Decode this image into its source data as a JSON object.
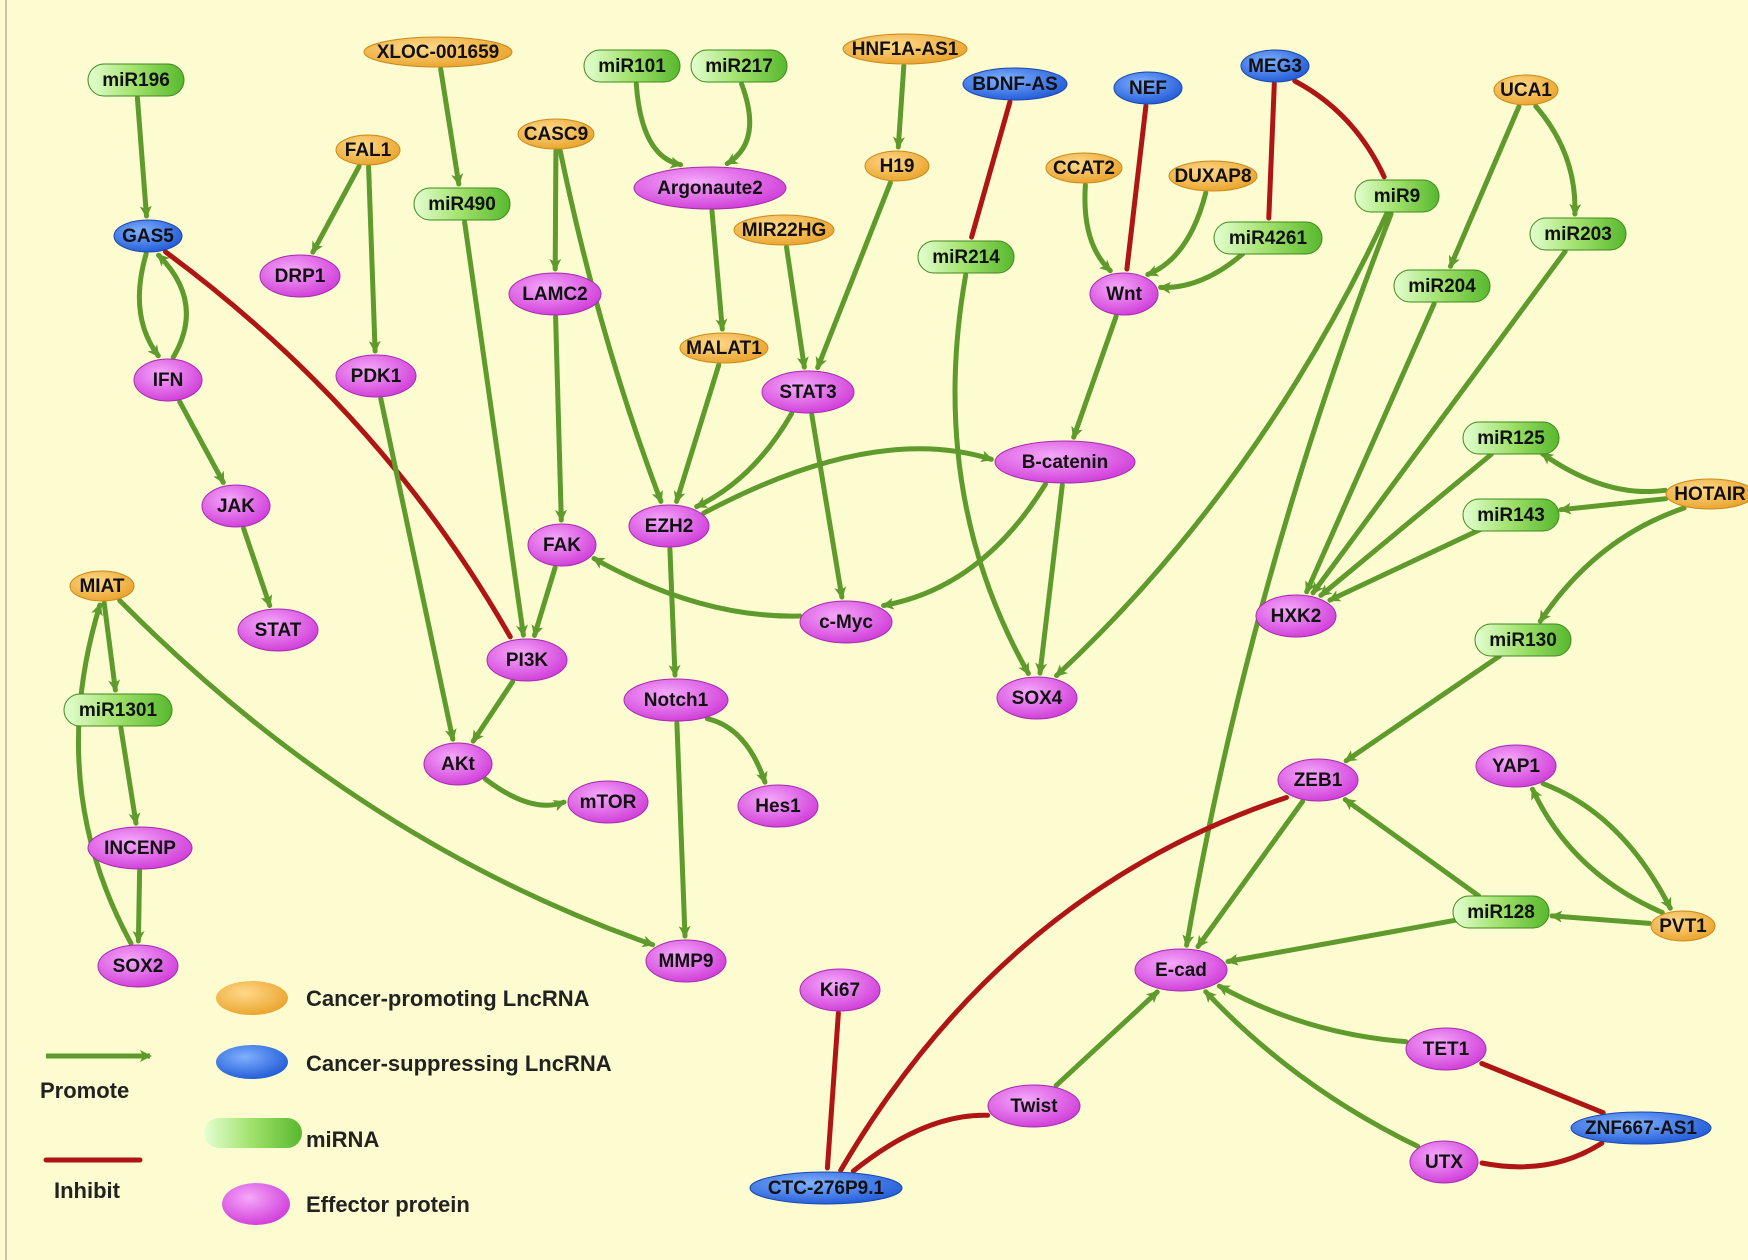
{
  "colors": {
    "background": "#fdfcd0",
    "promote": "#5e9a2c",
    "inhibit": "#b01515",
    "lnc_promoting": "#f2b33c",
    "lnc_suppressing": "#2f6fe8",
    "mirna": "#7ccf50",
    "effector": "#d84fe0"
  },
  "node_types": {
    "lnc_promoting": "Cancer-promoting LncRNA",
    "lnc_suppressing": "Cancer-suppressing LncRNA",
    "mirna": "miRNA",
    "effector": "Effector protein"
  },
  "legend": {
    "promote": "Promote",
    "inhibit": "Inhibit",
    "lnc_promoting": "Cancer-promoting LncRNA",
    "lnc_suppressing": "Cancer-suppressing LncRNA",
    "mirna": "miRNA",
    "effector": "Effector protein"
  },
  "nodes": [
    {
      "id": "miR196",
      "label": "miR196",
      "type": "mirna"
    },
    {
      "id": "GAS5",
      "label": "GAS5",
      "type": "lnc_suppressing"
    },
    {
      "id": "IFN",
      "label": "IFN",
      "type": "effector"
    },
    {
      "id": "JAK",
      "label": "JAK",
      "type": "effector"
    },
    {
      "id": "STAT",
      "label": "STAT",
      "type": "effector"
    },
    {
      "id": "MIAT",
      "label": "MIAT",
      "type": "lnc_promoting"
    },
    {
      "id": "miR1301",
      "label": "miR1301",
      "type": "mirna"
    },
    {
      "id": "INCENP",
      "label": "INCENP",
      "type": "effector"
    },
    {
      "id": "SOX2",
      "label": "SOX2",
      "type": "effector"
    },
    {
      "id": "FAL1",
      "label": "FAL1",
      "type": "lnc_promoting"
    },
    {
      "id": "DRP1",
      "label": "DRP1",
      "type": "effector"
    },
    {
      "id": "PDK1",
      "label": "PDK1",
      "type": "effector"
    },
    {
      "id": "XLOC",
      "label": "XLOC-001659",
      "type": "lnc_promoting"
    },
    {
      "id": "miR490",
      "label": "miR490",
      "type": "mirna"
    },
    {
      "id": "CASC9",
      "label": "CASC9",
      "type": "lnc_promoting"
    },
    {
      "id": "LAMC2",
      "label": "LAMC2",
      "type": "effector"
    },
    {
      "id": "FAK",
      "label": "FAK",
      "type": "effector"
    },
    {
      "id": "PI3K",
      "label": "PI3K",
      "type": "effector"
    },
    {
      "id": "AKt",
      "label": "AKt",
      "type": "effector"
    },
    {
      "id": "mTOR",
      "label": "mTOR",
      "type": "effector"
    },
    {
      "id": "miR101",
      "label": "miR101",
      "type": "mirna"
    },
    {
      "id": "miR217",
      "label": "miR217",
      "type": "mirna"
    },
    {
      "id": "Argonaute2",
      "label": "Argonaute2",
      "type": "effector"
    },
    {
      "id": "MALAT1",
      "label": "MALAT1",
      "type": "lnc_promoting"
    },
    {
      "id": "EZH2",
      "label": "EZH2",
      "type": "effector"
    },
    {
      "id": "Notch1",
      "label": "Notch1",
      "type": "effector"
    },
    {
      "id": "Hes1",
      "label": "Hes1",
      "type": "effector"
    },
    {
      "id": "MMP9",
      "label": "MMP9",
      "type": "effector"
    },
    {
      "id": "HNF1A",
      "label": "HNF1A-AS1",
      "type": "lnc_promoting"
    },
    {
      "id": "H19",
      "label": "H19",
      "type": "lnc_promoting"
    },
    {
      "id": "MIR22HG",
      "label": "MIR22HG",
      "type": "lnc_promoting"
    },
    {
      "id": "STAT3",
      "label": "STAT3",
      "type": "effector"
    },
    {
      "id": "cMyc",
      "label": "c-Myc",
      "type": "effector"
    },
    {
      "id": "BDNF",
      "label": "BDNF-AS",
      "type": "lnc_suppressing"
    },
    {
      "id": "miR214",
      "label": "miR214",
      "type": "mirna"
    },
    {
      "id": "SOX4",
      "label": "SOX4",
      "type": "effector"
    },
    {
      "id": "NEF",
      "label": "NEF",
      "type": "lnc_suppressing"
    },
    {
      "id": "CCAT2",
      "label": "CCAT2",
      "type": "lnc_promoting"
    },
    {
      "id": "DUXAP8",
      "label": "DUXAP8",
      "type": "lnc_promoting"
    },
    {
      "id": "Wnt",
      "label": "Wnt",
      "type": "effector"
    },
    {
      "id": "Bcatenin",
      "label": "B-catenin",
      "type": "effector"
    },
    {
      "id": "MEG3",
      "label": "MEG3",
      "type": "lnc_suppressing"
    },
    {
      "id": "miR4261",
      "label": "miR4261",
      "type": "mirna"
    },
    {
      "id": "miR9",
      "label": "miR9",
      "type": "mirna"
    },
    {
      "id": "UCA1",
      "label": "UCA1",
      "type": "lnc_promoting"
    },
    {
      "id": "miR203",
      "label": "miR203",
      "type": "mirna"
    },
    {
      "id": "miR204",
      "label": "miR204",
      "type": "mirna"
    },
    {
      "id": "miR125",
      "label": "miR125",
      "type": "mirna"
    },
    {
      "id": "miR143",
      "label": "miR143",
      "type": "mirna"
    },
    {
      "id": "HOTAIR",
      "label": "HOTAIR",
      "type": "lnc_promoting"
    },
    {
      "id": "HXK2",
      "label": "HXK2",
      "type": "effector"
    },
    {
      "id": "miR130",
      "label": "miR130",
      "type": "mirna"
    },
    {
      "id": "ZEB1",
      "label": "ZEB1",
      "type": "effector"
    },
    {
      "id": "YAP1",
      "label": "YAP1",
      "type": "effector"
    },
    {
      "id": "PVT1",
      "label": "PVT1",
      "type": "lnc_promoting"
    },
    {
      "id": "miR128",
      "label": "miR128",
      "type": "mirna"
    },
    {
      "id": "Ecad",
      "label": "E-cad",
      "type": "effector"
    },
    {
      "id": "Ki67",
      "label": "Ki67",
      "type": "effector"
    },
    {
      "id": "CTC",
      "label": "CTC-276P9.1",
      "type": "lnc_suppressing"
    },
    {
      "id": "Twist",
      "label": "Twist",
      "type": "effector"
    },
    {
      "id": "TET1",
      "label": "TET1",
      "type": "effector"
    },
    {
      "id": "UTX",
      "label": "UTX",
      "type": "effector"
    },
    {
      "id": "ZNF667",
      "label": "ZNF667-AS1",
      "type": "lnc_suppressing"
    }
  ],
  "edges": [
    {
      "from": "miR196",
      "to": "GAS5",
      "kind": "promote"
    },
    {
      "from": "GAS5",
      "to": "IFN",
      "kind": "promote"
    },
    {
      "from": "IFN",
      "to": "GAS5",
      "kind": "promote"
    },
    {
      "from": "IFN",
      "to": "JAK",
      "kind": "promote"
    },
    {
      "from": "JAK",
      "to": "STAT",
      "kind": "promote"
    },
    {
      "from": "GAS5",
      "to": "PI3K",
      "kind": "inhibit"
    },
    {
      "from": "MIAT",
      "to": "miR1301",
      "kind": "promote"
    },
    {
      "from": "miR1301",
      "to": "INCENP",
      "kind": "promote"
    },
    {
      "from": "INCENP",
      "to": "SOX2",
      "kind": "promote"
    },
    {
      "from": "SOX2",
      "to": "MIAT",
      "kind": "promote"
    },
    {
      "from": "MIAT",
      "to": "MMP9",
      "kind": "promote"
    },
    {
      "from": "FAL1",
      "to": "DRP1",
      "kind": "promote"
    },
    {
      "from": "FAL1",
      "to": "PDK1",
      "kind": "promote"
    },
    {
      "from": "PDK1",
      "to": "AKt",
      "kind": "promote"
    },
    {
      "from": "XLOC",
      "to": "miR490",
      "kind": "promote"
    },
    {
      "from": "miR490",
      "to": "PI3K",
      "kind": "promote"
    },
    {
      "from": "CASC9",
      "to": "LAMC2",
      "kind": "promote"
    },
    {
      "from": "CASC9",
      "to": "EZH2",
      "kind": "promote"
    },
    {
      "from": "LAMC2",
      "to": "FAK",
      "kind": "promote"
    },
    {
      "from": "FAK",
      "to": "PI3K",
      "kind": "promote"
    },
    {
      "from": "PI3K",
      "to": "AKt",
      "kind": "promote"
    },
    {
      "from": "AKt",
      "to": "mTOR",
      "kind": "promote"
    },
    {
      "from": "miR101",
      "to": "Argonaute2",
      "kind": "promote"
    },
    {
      "from": "miR217",
      "to": "Argonaute2",
      "kind": "promote"
    },
    {
      "from": "Argonaute2",
      "to": "MALAT1",
      "kind": "promote"
    },
    {
      "from": "MALAT1",
      "to": "EZH2",
      "kind": "promote"
    },
    {
      "from": "HNF1A",
      "to": "H19",
      "kind": "promote"
    },
    {
      "from": "H19",
      "to": "STAT3",
      "kind": "promote"
    },
    {
      "from": "MIR22HG",
      "to": "STAT3",
      "kind": "promote"
    },
    {
      "from": "STAT3",
      "to": "EZH2",
      "kind": "promote"
    },
    {
      "from": "STAT3",
      "to": "cMyc",
      "kind": "promote"
    },
    {
      "from": "EZH2",
      "to": "Notch1",
      "kind": "promote"
    },
    {
      "from": "EZH2",
      "to": "Bcatenin",
      "kind": "promote"
    },
    {
      "from": "Notch1",
      "to": "Hes1",
      "kind": "promote"
    },
    {
      "from": "Notch1",
      "to": "MMP9",
      "kind": "promote"
    },
    {
      "from": "cMyc",
      "to": "FAK",
      "kind": "promote"
    },
    {
      "from": "Bcatenin",
      "to": "cMyc",
      "kind": "promote"
    },
    {
      "from": "Bcatenin",
      "to": "SOX4",
      "kind": "promote"
    },
    {
      "from": "BDNF",
      "to": "miR214",
      "kind": "inhibit"
    },
    {
      "from": "miR214",
      "to": "SOX4",
      "kind": "promote"
    },
    {
      "from": "NEF",
      "to": "Wnt",
      "kind": "inhibit"
    },
    {
      "from": "CCAT2",
      "to": "Wnt",
      "kind": "promote"
    },
    {
      "from": "DUXAP8",
      "to": "Wnt",
      "kind": "promote"
    },
    {
      "from": "miR4261",
      "to": "Wnt",
      "kind": "promote"
    },
    {
      "from": "Wnt",
      "to": "Bcatenin",
      "kind": "promote"
    },
    {
      "from": "MEG3",
      "to": "miR4261",
      "kind": "inhibit"
    },
    {
      "from": "MEG3",
      "to": "miR9",
      "kind": "inhibit"
    },
    {
      "from": "miR9",
      "to": "SOX4",
      "kind": "promote"
    },
    {
      "from": "miR9",
      "to": "Ecad",
      "kind": "promote"
    },
    {
      "from": "UCA1",
      "to": "miR204",
      "kind": "promote"
    },
    {
      "from": "UCA1",
      "to": "miR203",
      "kind": "promote"
    },
    {
      "from": "miR204",
      "to": "HXK2",
      "kind": "promote"
    },
    {
      "from": "miR203",
      "to": "HXK2",
      "kind": "promote"
    },
    {
      "from": "miR125",
      "to": "HXK2",
      "kind": "promote"
    },
    {
      "from": "miR143",
      "to": "HXK2",
      "kind": "promote"
    },
    {
      "from": "HOTAIR",
      "to": "miR125",
      "kind": "promote"
    },
    {
      "from": "HOTAIR",
      "to": "miR143",
      "kind": "promote"
    },
    {
      "from": "HOTAIR",
      "to": "miR130",
      "kind": "promote"
    },
    {
      "from": "miR130",
      "to": "ZEB1",
      "kind": "promote"
    },
    {
      "from": "ZEB1",
      "to": "Ecad",
      "kind": "promote"
    },
    {
      "from": "YAP1",
      "to": "PVT1",
      "kind": "promote"
    },
    {
      "from": "PVT1",
      "to": "YAP1",
      "kind": "promote"
    },
    {
      "from": "PVT1",
      "to": "miR128",
      "kind": "promote"
    },
    {
      "from": "miR128",
      "to": "ZEB1",
      "kind": "promote"
    },
    {
      "from": "miR128",
      "to": "Ecad",
      "kind": "promote"
    },
    {
      "from": "Ki67",
      "to": "CTC",
      "kind": "inhibit"
    },
    {
      "from": "CTC",
      "to": "ZEB1",
      "kind": "inhibit"
    },
    {
      "from": "CTC",
      "to": "Twist",
      "kind": "inhibit"
    },
    {
      "from": "Twist",
      "to": "Ecad",
      "kind": "promote"
    },
    {
      "from": "TET1",
      "to": "Ecad",
      "kind": "promote"
    },
    {
      "from": "UTX",
      "to": "Ecad",
      "kind": "promote"
    },
    {
      "from": "ZNF667",
      "to": "TET1",
      "kind": "inhibit"
    },
    {
      "from": "ZNF667",
      "to": "UTX",
      "kind": "inhibit"
    }
  ]
}
